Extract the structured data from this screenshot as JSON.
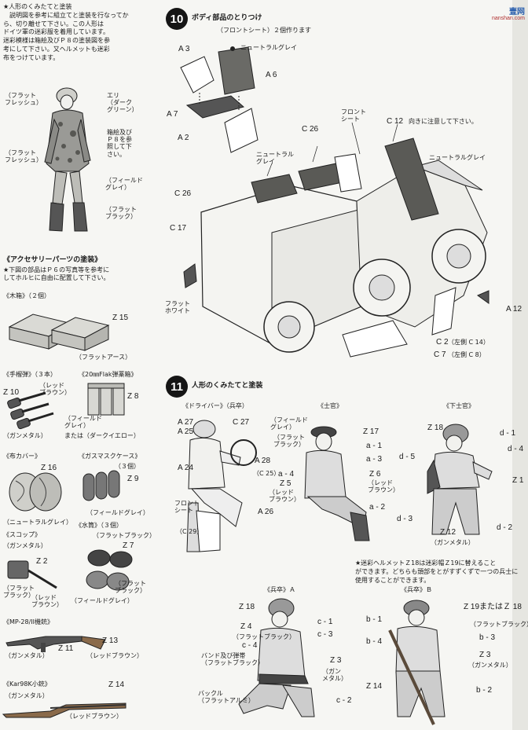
{
  "watermark": {
    "brand": "壹网",
    "url": "nanshan.com"
  },
  "left": {
    "intro": "★人形のくみたてと塗装\n　説明図を参考に組立てと塗装を行なってか\nら、切り離せて下さい。この人形は\nドイツ軍の迷彩服を着用しています。\n迷彩模様は箱絵及びＰ８の塗装図を参\n考にして下さい。又ヘルメットも迷彩\n布をつけています。",
    "figure_labels": [
      {
        "text": "（フラット\nフレッシュ）"
      },
      {
        "text": "エリ\n（ダーク\nグリーン）"
      },
      {
        "text": "箱絵及び\nＰ８を参\n照して下\nさい。"
      },
      {
        "text": "（フラット\nフレッシュ）"
      },
      {
        "text": "（フィールド\nグレイ）"
      },
      {
        "text": "（フラット\nブラック）"
      }
    ],
    "accessory_title": "《アクセサリーパーツの塗装》",
    "accessory_note": "★下図の部品はＰ６の写真等を参考に\nしてホルヒに自由に配置して下さい。",
    "items": {
      "crate": {
        "title": "《木箱》（２個）",
        "part": "Z 15",
        "color": "（フラットアース）"
      },
      "grenade": {
        "title": "《手榴弾》（３本）",
        "part": "Z 10",
        "color1": "（レッド\nブラウン）",
        "color2": "（ガンメタル）"
      },
      "flak": {
        "title": "《20㎜Flak弾薬箱》",
        "part": "Z 8",
        "color1": "（フィールド\nグレイ）",
        "color2": "または（ダークイエロー）"
      },
      "cover": {
        "title": "《布カバー》",
        "part": "Z 16",
        "color": "（ニュートラルグレイ）"
      },
      "gasmask": {
        "title": "《ガスマスクケース》",
        "count": "（３個）",
        "part": "Z 9",
        "color": "（フィールドグレイ）"
      },
      "canteen": {
        "title": "《水筒》（３個）",
        "part": "Z 7",
        "color1": "（フラットブラック）",
        "color2": "（フラット\nブラック）",
        "color3": "（フィールドグレイ）"
      },
      "shovel": {
        "title": "《スコップ》",
        "part": "Z 2",
        "color1": "（ガンメタル）",
        "color2": "（フラット\nブラック）",
        "color3": "（レッド\nブラウン）"
      },
      "mp28": {
        "title": "《MP-28/II機銃》",
        "part1": "Z 13",
        "part2": "Z 11",
        "color1": "（ガンメタル）",
        "color2": "（レッドブラウン）"
      },
      "kar98": {
        "title": "《Kar98K小銃》",
        "part": "Z 14",
        "color1": "（ガンメタル）",
        "color2": "（レッドブラウン）"
      }
    }
  },
  "step10": {
    "number": "10",
    "title": "ボディ部品のとりつけ",
    "subtitle": "（フロントシート）２個作ります",
    "labels": {
      "a3": "A 3",
      "a6": "A 6",
      "a7": "A 7",
      "a2": "A 2",
      "neutral_grey": "ニュートラルグレイ",
      "front_seat": "フロント\nシート",
      "c12": "C 12",
      "c12_note": "向きに注意して下さい。",
      "neutral_grey2": "ニュートラルグレイ",
      "c26a": "C 26",
      "neutral_grey3": "ニュートラル\nグレイ",
      "c26b": "C 26",
      "c17": "C 17",
      "flat_white": "フラット\nホワイト",
      "a12": "A 12",
      "c2": "C 2",
      "c2_note": "（左側 C 14）",
      "c7": "C 7",
      "c7_note": "（左側 C 8）"
    }
  },
  "step11": {
    "number": "11",
    "title": "人形のくみたてと塗装",
    "driver": {
      "title": "《ドライバー》（兵卒）",
      "a27": "A 27",
      "a25": "A 25",
      "c27": "C 27",
      "a24": "A 24",
      "a28": "A 28",
      "c25": "（C 25）",
      "front_seat": "フロント\nシート",
      "a26": "A 26",
      "c29": "（C 29）"
    },
    "officer": {
      "title": "《士官》",
      "field_grey": "（フィールド\nグレイ）",
      "flat_black": "（フラット\nブラック）",
      "z17": "Z 17",
      "a1": "a - 1",
      "a3": "a - 3",
      "a4": "a - 4",
      "z5": "Z 5",
      "red_brown": "（レッド\nブラウン）",
      "z6": "Z 6",
      "red_brown2": "（レッド\nブラウン）",
      "a2": "a - 2"
    },
    "nco": {
      "title": "《下士官》",
      "z18": "Z 18",
      "d1": "d - 1",
      "d4": "d - 4",
      "d5": "d - 5",
      "z1": "Z 1",
      "d3": "d - 3",
      "z12": "Z 12",
      "gunmetal": "（ガンメタル）",
      "d2": "d - 2"
    },
    "helmet_note": "★迷彩ヘルメットＺ18は迷彩帽Ｚ19に替えること\nができます。どちらも頭部をとがすずくずで一つの兵士に\n使用することができます。",
    "soldier_a": {
      "title": "《兵卒》Ａ",
      "z18": "Z 18",
      "z4": "Z 4",
      "flat_black": "（フラットブラック）",
      "c1": "c - 1",
      "c3": "c - 3",
      "c4": "c - 4",
      "band": "バンド及び弾帯\n（フラットブラック）",
      "z3": "Z 3",
      "gunmetal": "（ガン\nメタル）",
      "buckle": "バックル\n（フラットアルミ）",
      "c2": "c - 2"
    },
    "soldier_b": {
      "title": "《兵卒》Ｂ",
      "z19": "Z 19またはＺ 18",
      "b1": "b - 1",
      "flat_black": "（フラットブラック）",
      "b3": "b - 3",
      "b4": "b - 4",
      "z3": "Z 3",
      "gunmetal": "（ガンメタル）",
      "z14": "Z 14",
      "b2": "b - 2"
    }
  }
}
